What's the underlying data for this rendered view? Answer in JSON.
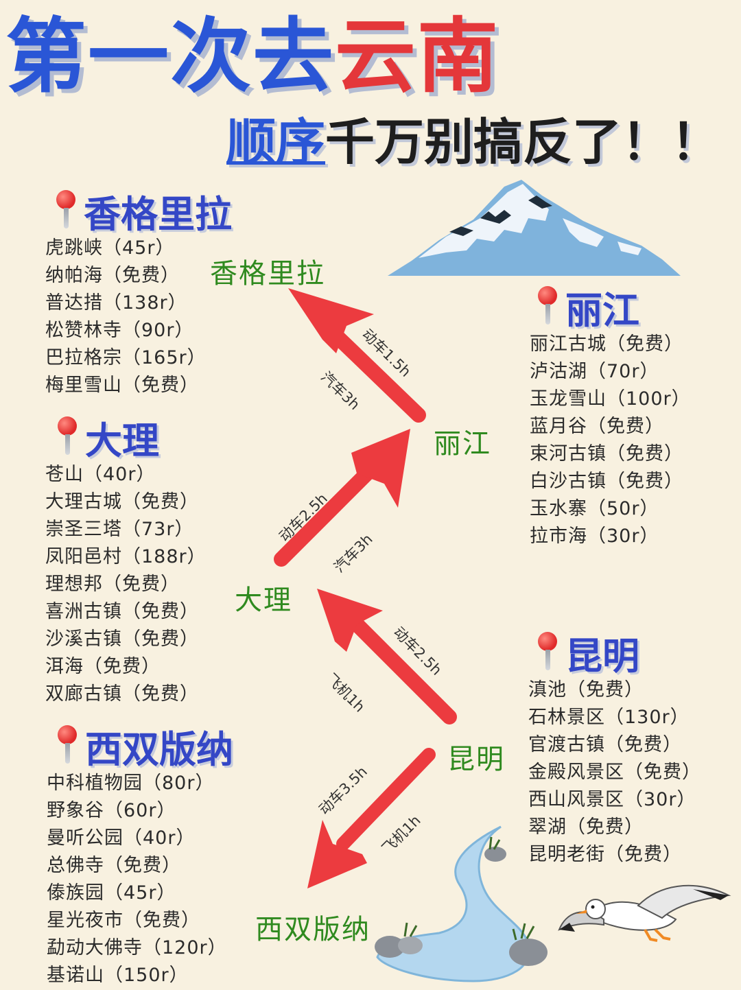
{
  "title": {
    "part1": "第一次去",
    "part2": "云南",
    "sub_blue": "顺序",
    "sub_black": "千万别搞反了！！"
  },
  "sections": {
    "shangrila": {
      "name": "香格里拉",
      "items": [
        "虎跳峡（45r）",
        "纳帕海（免费）",
        "普达措（138r）",
        "松赞林寺（90r）",
        "巴拉格宗（165r）",
        "梅里雪山（免费）"
      ]
    },
    "dali": {
      "name": "大理",
      "items": [
        "苍山（40r）",
        "大理古城（免费）",
        "崇圣三塔（73r）",
        "凤阳邑村（188r）",
        "理想邦（免费）",
        "喜洲古镇（免费）",
        "沙溪古镇（免费）",
        "洱海（免费）",
        "双廊古镇（免费）"
      ]
    },
    "xishuangbanna": {
      "name": "西双版纳",
      "items": [
        "中科植物园（80r）",
        "野象谷（60r）",
        "曼听公园（40r）",
        "总佛寺（免费）",
        "傣族园（45r）",
        "星光夜市（免费）",
        "勐动大佛寺（120r）",
        "基诺山（150r）"
      ]
    },
    "lijiang": {
      "name": "丽江",
      "items": [
        "丽江古城（免费）",
        "泸沽湖（70r）",
        "玉龙雪山（100r）",
        "蓝月谷（免费）",
        "束河古镇（免费）",
        "白沙古镇（免费）",
        "玉水寨（50r）",
        "拉市海（30r）"
      ]
    },
    "kunming": {
      "name": "昆明",
      "items": [
        "滇池（免费）",
        "石林景区（130r）",
        "官渡古镇（免费）",
        "金殿风景区（免费）",
        "西山风景区（30r）",
        "翠湖（免费）",
        "昆明老街（免费）"
      ]
    }
  },
  "map": {
    "cities": {
      "shangrila": "香格里拉",
      "lijiang": "丽江",
      "dali": "大理",
      "kunming": "昆明",
      "xishuangbanna": "西双版纳"
    },
    "routes": {
      "lj_sgl_a": "动车1.5h",
      "lj_sgl_b": "汽车3h",
      "dl_lj_a": "动车2.5h",
      "dl_lj_b": "汽车3h",
      "km_dl_a": "动车2.5h",
      "km_dl_b": "飞机1h",
      "km_xsbn_a": "动车3.5h",
      "km_xsbn_b": "飞机1h"
    }
  },
  "colors": {
    "title_blue": "#2a56d6",
    "title_red": "#e4373a",
    "section_title": "#3447c6",
    "city_green": "#2f8a1f",
    "arrow_red": "#ec3b3f",
    "background": "#f8f1e0"
  }
}
